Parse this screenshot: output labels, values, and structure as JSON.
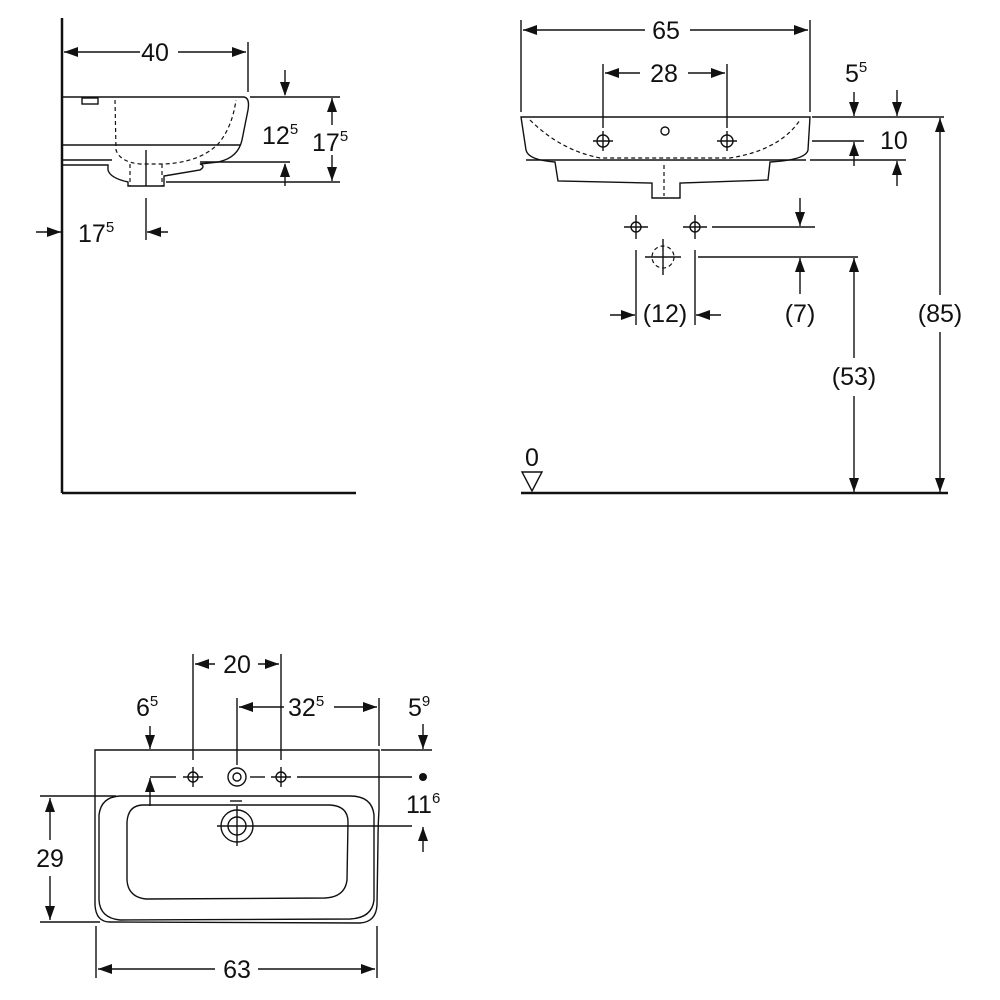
{
  "side_view": {
    "dim_depth": "40",
    "dim_bowl_height_main": "12",
    "dim_bowl_height_sup": "5",
    "dim_total_height_main": "17",
    "dim_total_height_sup": "5",
    "dim_waste_offset_main": "17",
    "dim_waste_offset_sup": "5"
  },
  "front_view": {
    "dim_width": "65",
    "dim_hole_spacing": "28",
    "dim_top_offset_main": "5",
    "dim_top_offset_sup": "5",
    "dim_tap_drop": "10",
    "dim_fixing_spacing": "(12)",
    "dim_fixing_drop": "(7)",
    "dim_waste_height": "(53)",
    "dim_rim_height": "(85)",
    "floor_level": "0"
  },
  "top_view": {
    "dim_hole_spacing": "20",
    "dim_hole_offset_main": "32",
    "dim_hole_offset_sup": "5",
    "dim_edge_left_main": "6",
    "dim_edge_left_sup": "5",
    "dim_edge_right_main": "5",
    "dim_edge_right_sup": "9",
    "dim_hole_to_waste_main": "11",
    "dim_hole_to_waste_sup": "6",
    "dim_depth": "29",
    "dim_width": "63"
  }
}
